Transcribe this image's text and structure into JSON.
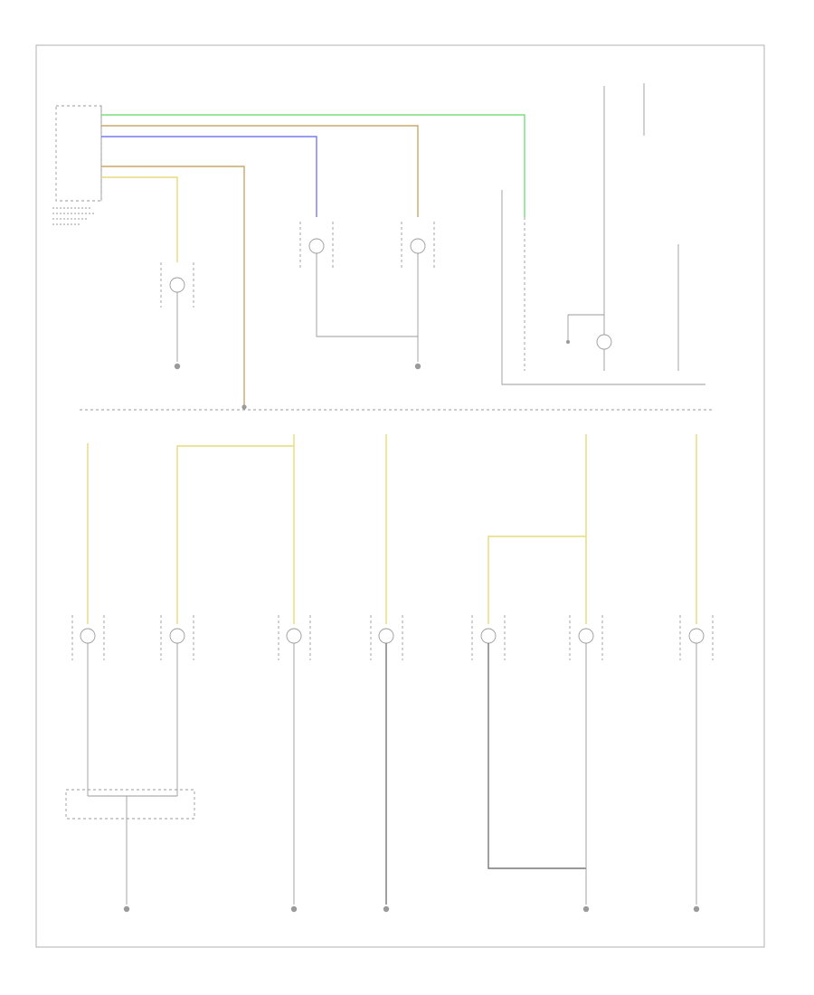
{
  "diagram": {
    "footer_code": "",
    "colors": {
      "green": "#7ddc7d",
      "tan": "#c9a86a",
      "blue": "#7a7af0",
      "yellow": "#e6dc78",
      "dark": "#555555",
      "gray": "#9a9a9a",
      "frame": "#b0b0b0"
    },
    "bulbs_top": [
      {
        "id": "top-left"
      },
      {
        "id": "top-mid-1"
      },
      {
        "id": "top-mid-2"
      },
      {
        "id": "top-right"
      }
    ],
    "bulbs_bottom": [
      {
        "id": "b1"
      },
      {
        "id": "b2"
      },
      {
        "id": "b3"
      },
      {
        "id": "b4"
      },
      {
        "id": "b5"
      },
      {
        "id": "b6"
      },
      {
        "id": "b7"
      }
    ],
    "grounds": [
      {
        "id": "g-top-left"
      },
      {
        "id": "g-top-mid"
      },
      {
        "id": "g-b1"
      },
      {
        "id": "g-b3"
      },
      {
        "id": "g-b4"
      },
      {
        "id": "g-b6"
      },
      {
        "id": "g-b7"
      }
    ]
  }
}
